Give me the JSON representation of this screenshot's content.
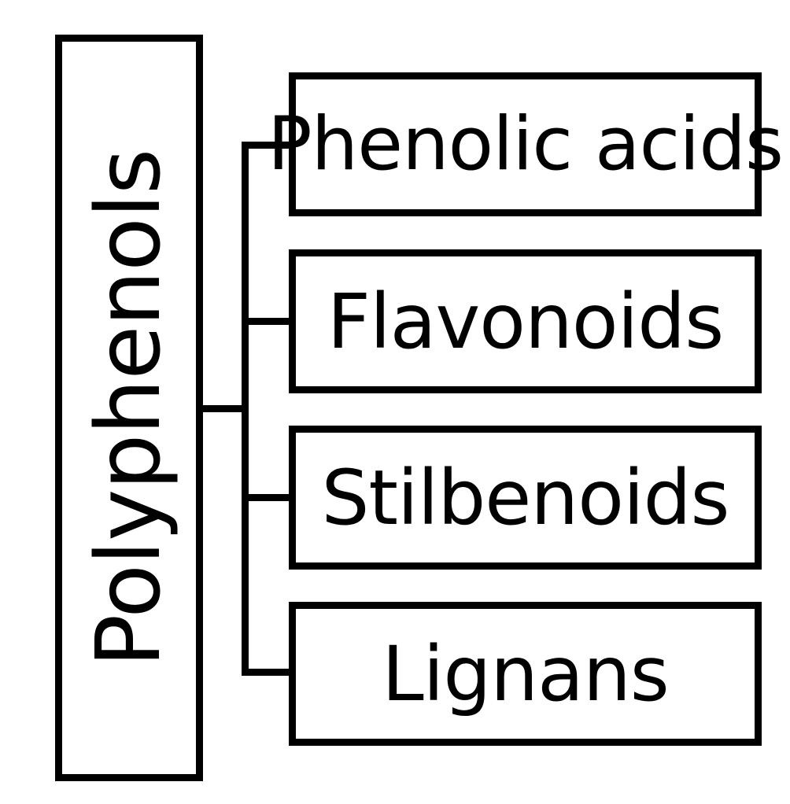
{
  "diagram": {
    "type": "hierarchy-tree",
    "orientation": "left-to-right",
    "root": {
      "label": "Polyphenols",
      "text_orientation": "vertical-rotated-90-ccw"
    },
    "children": [
      {
        "label": "Phenolic acids"
      },
      {
        "label": "Flavonoids"
      },
      {
        "label": "Stilbenoids"
      },
      {
        "label": "Lignans"
      }
    ],
    "colors": {
      "background": "#ffffff",
      "stroke": "#000000",
      "text": "#000000",
      "node_fill": "#ffffff"
    }
  }
}
